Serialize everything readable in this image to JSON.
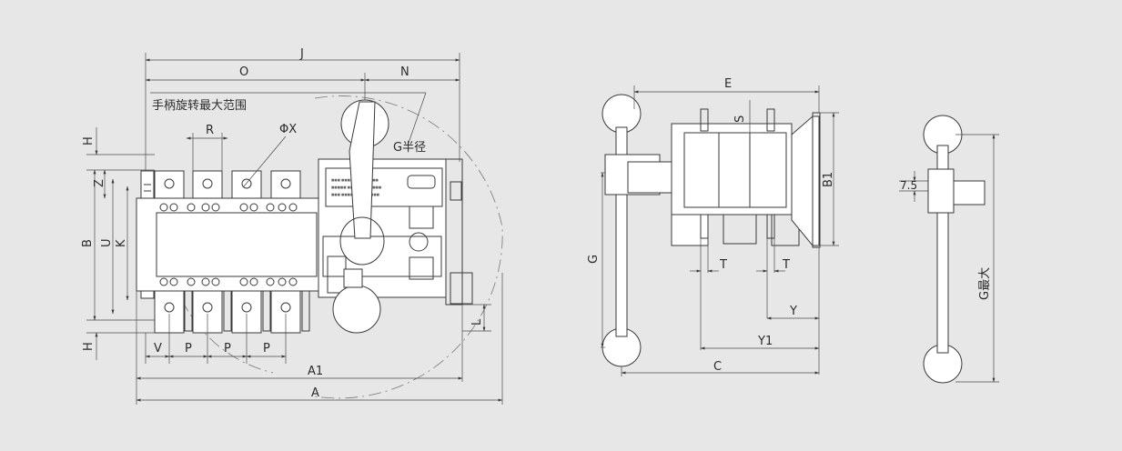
{
  "front_view": {
    "rotation_range_label": "手柄旋转最大范围",
    "radius_label": "G半径",
    "hole_diameter_label": "ΦX",
    "dimensions": {
      "J": "J",
      "O": "O",
      "N": "N",
      "R": "R",
      "H_top": "H",
      "H_bottom": "H",
      "Z": "Z",
      "B": "B",
      "U": "U",
      "K": "K",
      "V": "V",
      "P1": "P",
      "P2": "P",
      "P3": "P",
      "A1": "A1",
      "A": "A",
      "L": "L"
    }
  },
  "side_view": {
    "dimensions": {
      "E": "E",
      "S": "S",
      "B1": "B1",
      "G": "G",
      "T_left": "T",
      "T_right": "T",
      "Y": "Y",
      "Y1": "Y1",
      "C": "C"
    }
  },
  "handle_view": {
    "dimensions": {
      "offset": "7.5",
      "G_max": "G最大"
    }
  }
}
